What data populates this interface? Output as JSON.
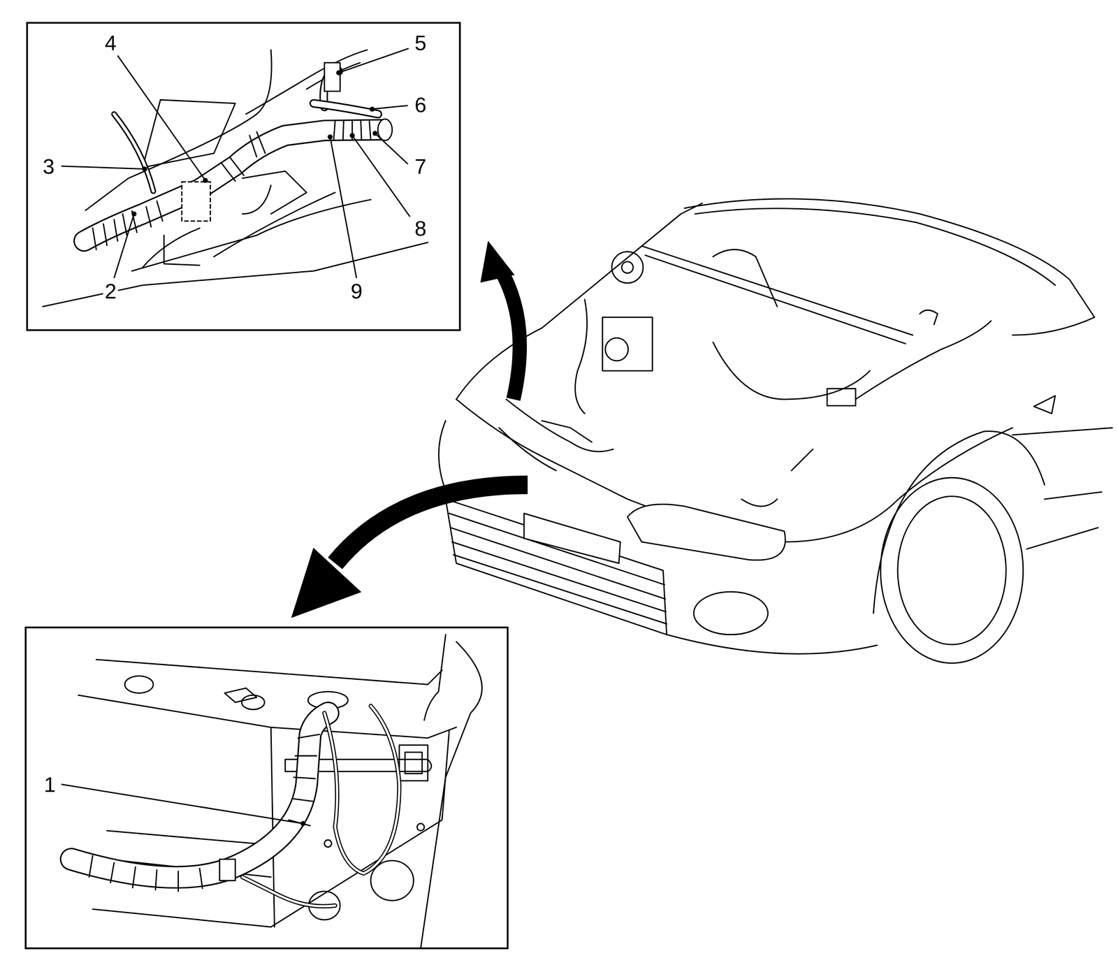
{
  "diagram": {
    "labels": [
      "4",
      "5",
      "6",
      "3",
      "7",
      "8",
      "2",
      "9",
      "1"
    ]
  }
}
